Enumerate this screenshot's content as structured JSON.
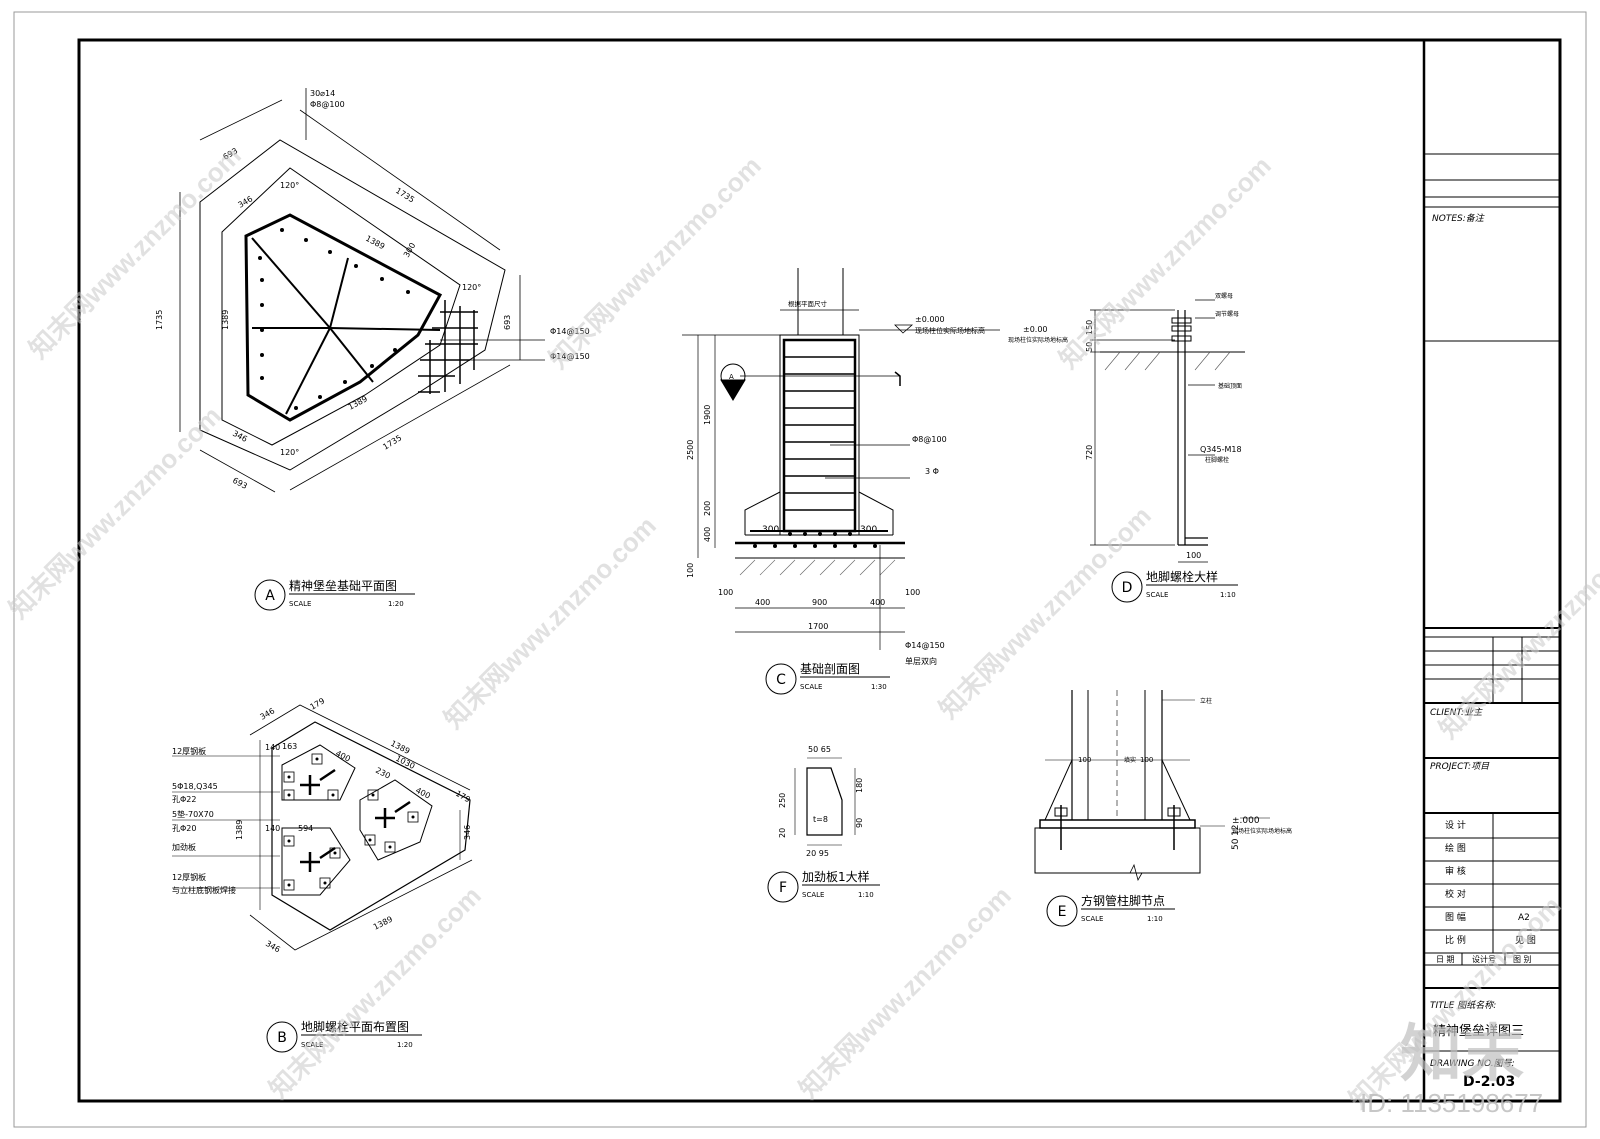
{
  "title_block": {
    "notes_label": "NOTES:备注",
    "client_label": "CLIENT:业主",
    "project_label": "PROJECT:项目",
    "sign_rows": [
      "设 计",
      "绘 图",
      "审 核",
      "校 对",
      "图 幅",
      "比 例"
    ],
    "sheet_size": "A2",
    "scale_value": "见 图",
    "date_row": [
      "日 期",
      "设计号",
      "图 别"
    ],
    "title_label": "TITLE 图纸名称:",
    "title_value": "精神堡垒详图三",
    "drawing_no_label": "DRAWING NO.图号:",
    "drawing_no": "D-2.03"
  },
  "views": {
    "A": {
      "letter": "A",
      "title": "精神堡垒基础平面图",
      "scale_label": "SCALE",
      "scale": "1:20"
    },
    "B": {
      "letter": "B",
      "title": "地脚螺栓平面布置图",
      "scale_label": "SCALE",
      "scale": "1:20"
    },
    "C": {
      "letter": "C",
      "title": "基础剖面图",
      "scale_label": "SCALE",
      "scale": "1:30"
    },
    "D": {
      "letter": "D",
      "title": "地脚螺栓大样",
      "scale_label": "SCALE",
      "scale": "1:10"
    },
    "E": {
      "letter": "E",
      "title": "方钢管柱脚节点",
      "scale_label": "SCALE",
      "scale": "1:10"
    },
    "F": {
      "letter": "F",
      "title": "加劲板1大样",
      "scale_label": "SCALE",
      "scale": "1:10"
    }
  },
  "view_a_labels": {
    "top_rebar_1": "30⌀14",
    "top_rebar_2": "Φ8@100",
    "dim_693": "693",
    "dim_1735": "1735",
    "dim_1389": "1389",
    "dim_346": "346",
    "dim_300": "300",
    "dim_120": "120°",
    "rebar_right_1": "Φ14@150",
    "rebar_right_2": "Φ14@150"
  },
  "view_b_labels": {
    "note_1": "12厚钢板",
    "note_2": "5Φ18,Q345",
    "note_3": "孔Φ22",
    "note_4": "5垫-70X70",
    "note_5": "孔Φ20",
    "note_6": "加劲板",
    "note_7": "12厚钢板",
    "note_8": "与立柱底钢板焊接",
    "dim_346": "346",
    "dim_179": "179",
    "dim_1389": "1389",
    "dim_1030": "1030",
    "dim_400": "400",
    "dim_230": "230",
    "dim_140": "140",
    "dim_594": "594",
    "dim_163": "163"
  },
  "view_c_labels": {
    "column_size": "根据平面尺寸",
    "level_0": "±0.000",
    "level_note": "现场柱位实际场地标高",
    "rebar_stirrup": "Φ8@100",
    "rebar_3": "3 Φ",
    "rebar_bottom": "Φ14@150",
    "rebar_bottom_note": "单层双向",
    "dim_2500": "2500",
    "dim_1900": "1900",
    "dim_200": "200",
    "dim_400": "400",
    "dim_100": "100",
    "dim_300": "300",
    "dim_900": "900",
    "dim_1700": "1700",
    "section_mark": "A"
  },
  "view_d_labels": {
    "nut_1": "双螺母",
    "nut_2": "调节螺母",
    "level": "±0.00",
    "level_note": "现场柱位实际场地标高",
    "base_top": "基础顶面",
    "bolt": "Q345-M18",
    "bolt_note": "柱脚螺栓",
    "dim_150": "150",
    "dim_50": "50",
    "dim_720": "720",
    "dim_100": "100"
  },
  "view_e_labels": {
    "column": "立柱",
    "fill": "填实",
    "dim_100a": "100",
    "dim_100b": "100",
    "level": "±.000",
    "level_note": "现场柱位实际场地标高",
    "dim_50": "50",
    "dim_12": "12"
  },
  "view_f_labels": {
    "dim_top": "50 65",
    "dim_250": "250",
    "dim_180": "180",
    "dim_90": "90",
    "dim_20": "20",
    "dim_bottom": "20 95",
    "thickness": "t=8"
  },
  "watermark": {
    "text": "知末网www.znzmo.com",
    "logo": "知末",
    "id": "ID: 1135198677"
  }
}
